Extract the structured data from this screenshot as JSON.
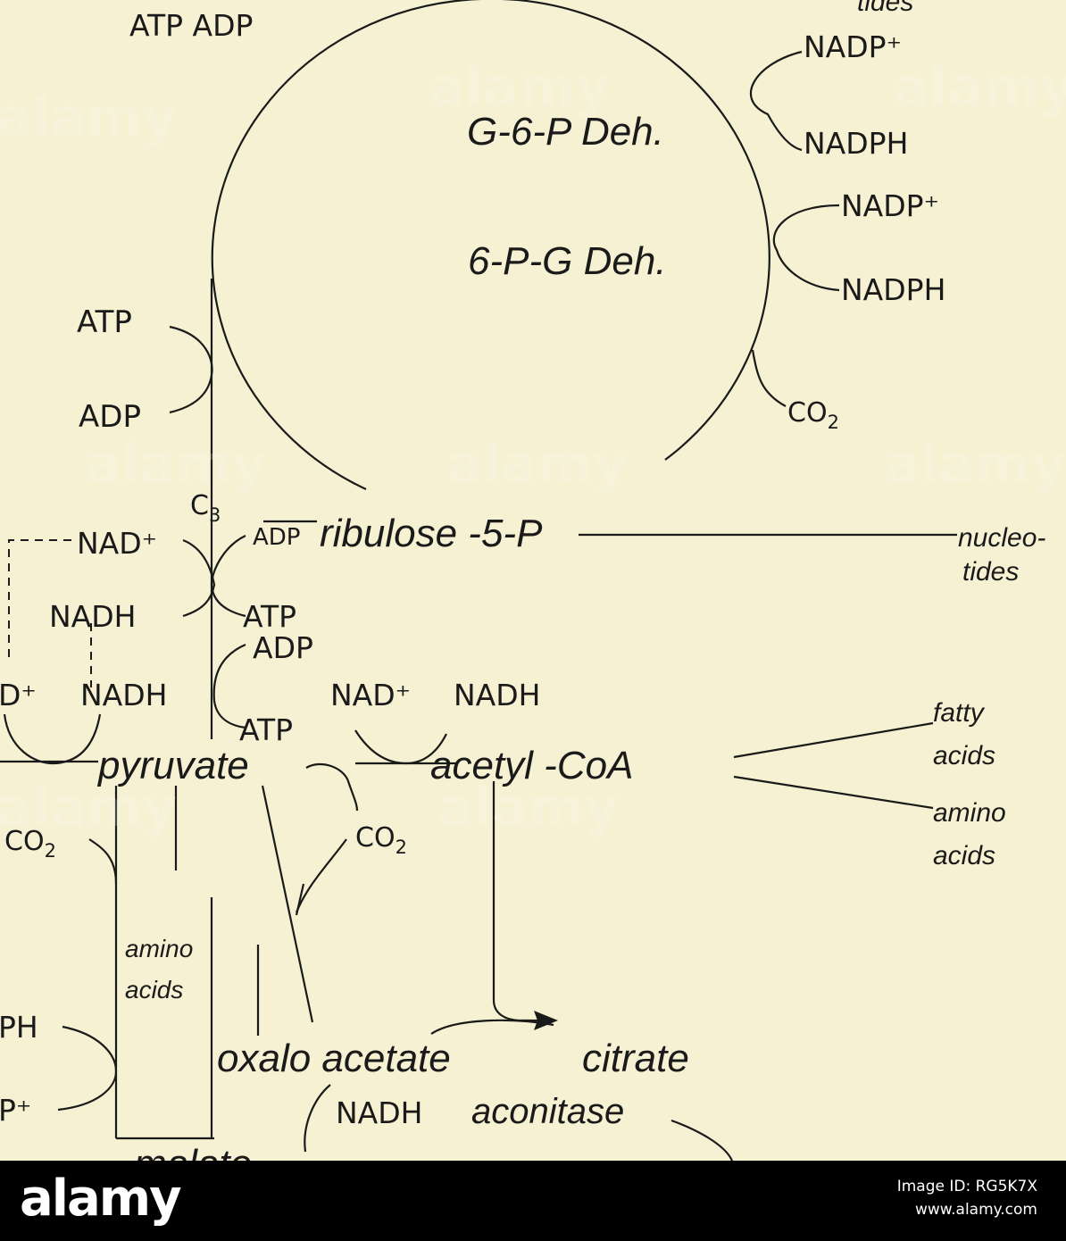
{
  "diagram": {
    "labels": {
      "top_left_atp_adp": "ATP ADP",
      "top_right_tides": "tides",
      "nadp_plus_1": "NADP⁺",
      "nadph_1": "NADPH",
      "nadp_plus_2": "NADP⁺",
      "nadph_2": "NADPH",
      "co2_circle": "CO",
      "co2_circle_sub": "2",
      "g6p_deh": "G-6-P Deh.",
      "p6g_deh": "6-P-G Deh.",
      "atp_left": "ATP",
      "adp_left": "ADP",
      "c3": "C",
      "c3_sub": "3",
      "adp_c3": "ADP",
      "ribulose": "ribulose -5-P",
      "nucleo": "nucleo-",
      "nucleo_tides": "tides",
      "nad_plus_left": "NAD⁺",
      "nadh_left": "NADH",
      "atp_mid_1": "ATP",
      "adp_mid": "ADP",
      "atp_mid_2": "ATP",
      "d_plus": "D⁺",
      "nadh_lower": "NADH",
      "nad_plus_pdh": "NAD⁺",
      "nadh_pdh": "NADH",
      "pyruvate": "pyruvate",
      "acetyl_coa": "acetyl -CoA",
      "fatty": "fatty",
      "fatty_acids": "acids",
      "amino_right": "amino",
      "amino_right_acids": "acids",
      "co2_pyr": "CO",
      "co2_pyr_sub": "2",
      "co2_left": "CO",
      "co2_left_sub": "2",
      "amino_left": "amino",
      "amino_left_acids": "acids",
      "ph": "PH",
      "p_plus": "P⁺",
      "oxalo_acetate": "oxalo acetate",
      "citrate": "citrate",
      "nadh_bottom": "NADH",
      "aconitase": "aconitase",
      "malate_partial": "malate"
    }
  },
  "watermark": {
    "text": "alamy"
  },
  "footer": {
    "logo": "alamy",
    "image_id": "Image ID: RG5K7X",
    "site": "www.alamy.com"
  }
}
